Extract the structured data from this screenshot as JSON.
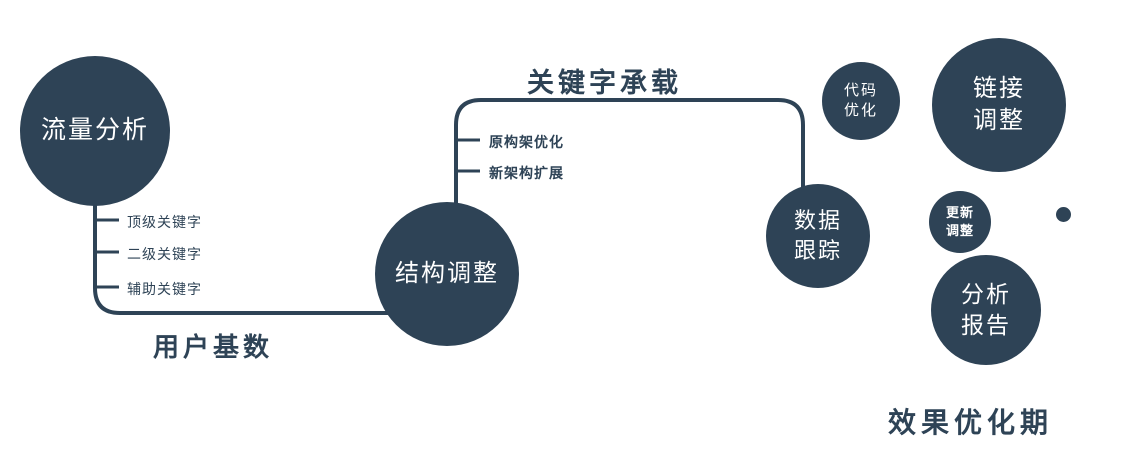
{
  "colors": {
    "primary": "#2e4356",
    "background": "#ffffff",
    "node_text": "#ffffff"
  },
  "nodes": {
    "traffic": {
      "label": "流量分析"
    },
    "structure": {
      "label": "结构调整"
    },
    "data_tracking": {
      "line1": "数据",
      "line2": "跟踪"
    },
    "code_opt": {
      "line1": "代码",
      "line2": "优化"
    },
    "link_adjust": {
      "line1": "链接",
      "line2": "调整"
    },
    "update_adjust": {
      "line1": "更新",
      "line2": "调整"
    },
    "analysis_report": {
      "line1": "分析",
      "line2": "报告"
    }
  },
  "branches": {
    "traffic": [
      "顶级关键字",
      "二级关键字",
      "辅助关键字"
    ],
    "structure": [
      "原构架优化",
      "新架构扩展"
    ]
  },
  "edge_labels": {
    "user_base": "用户基数",
    "keyword_carry": "关键字承载"
  },
  "caption": "效果优化期"
}
